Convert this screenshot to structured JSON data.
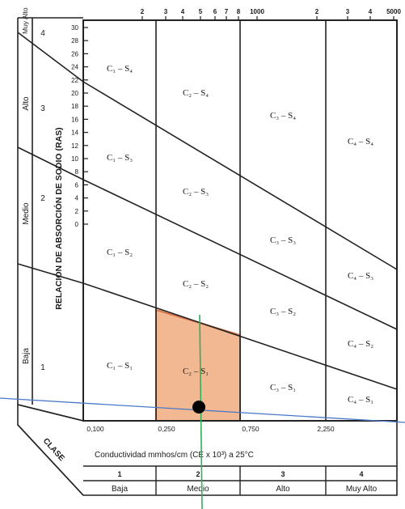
{
  "diagram": {
    "ylabel": "RELACIÓN DE ABSORCIÓN DE SODIO (RAS)",
    "xlabel": "Conductividad mmhos/cm  (CE x 10³)  a 25°C",
    "clase_label": "CLASE",
    "top_ticks": [
      "2",
      "3",
      "4",
      "5",
      "6",
      "7",
      "8",
      "1000",
      "2",
      "3",
      "4",
      "5000"
    ],
    "y_ticks": [
      "30",
      "28",
      "26",
      "24",
      "22",
      "20",
      "18",
      "16",
      "14",
      "12",
      "10",
      "8",
      "6",
      "4",
      "2",
      "0"
    ],
    "bottom_ticks": [
      "0,100",
      "0,250",
      "0,750",
      "2,250"
    ],
    "sodium_hazard_labels": [
      "Muy Alto",
      "4",
      "Alto",
      "3",
      "Medio",
      "2",
      "Baja",
      "1"
    ],
    "class_numbers": [
      "1",
      "2",
      "3",
      "4"
    ],
    "class_names": [
      "Baja",
      "Medio",
      "Alto",
      "Muy Alto"
    ],
    "zones": {
      "c1": [
        "C₁ – S₄",
        "C₁ – S₃",
        "C₁ – S₂",
        "C₁ – S₁"
      ],
      "c2": [
        "C₂ – S₄",
        "C₂ – S₃",
        "C₂ – S₂",
        "C₂ – S₁"
      ],
      "c3": [
        "C₃ – S₄",
        "C₃ – S₃",
        "C₃ – S₂",
        "C₃ – S₁"
      ],
      "c4": [
        "C₄ – S₄",
        "C₄ – S₃",
        "C₄ – S₂",
        "C₄ – S₁"
      ]
    },
    "colors": {
      "highlight_fill": "#f2b892",
      "highlight_stroke": "#d9734a",
      "green_line": "#2fae5a",
      "blue_line": "#4a78c8",
      "sample_point": "#000000"
    }
  }
}
